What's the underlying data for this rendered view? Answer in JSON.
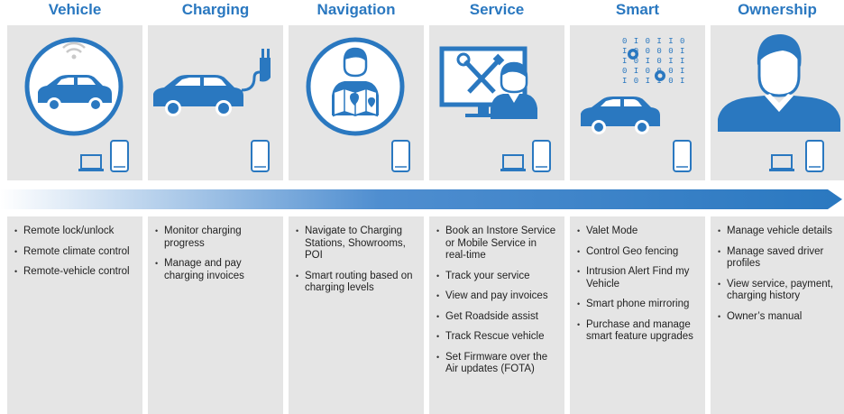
{
  "accent_color": "#2a78c0",
  "columns": [
    {
      "title": "Vehicle",
      "icon": "connected-car-icon",
      "devices": [
        "laptop-icon",
        "phone-icon"
      ],
      "features": [
        "Remote lock/unlock",
        "Remote climate control",
        "Remote-vehicle control"
      ]
    },
    {
      "title": "Charging",
      "icon": "ev-charging-car-icon",
      "devices": [
        "phone-icon"
      ],
      "features": [
        "Monitor charging progress",
        "Manage and pay charging invoices"
      ]
    },
    {
      "title": "Navigation",
      "icon": "person-map-icon",
      "devices": [
        "phone-icon"
      ],
      "features": [
        "Navigate to Charging Stations, Showrooms, POI",
        "Smart routing based on charging levels"
      ]
    },
    {
      "title": "Service",
      "icon": "service-technician-icon",
      "devices": [
        "laptop-icon",
        "phone-icon"
      ],
      "features": [
        "Book an Instore Service or Mobile Service in real-time",
        "Track your service",
        "View and pay invoices",
        "Get Roadside assist",
        "Track Rescue vehicle",
        "Set Firmware over the Air updates (FOTA)"
      ]
    },
    {
      "title": "Smart",
      "icon": "smart-car-binary-icon",
      "devices": [
        "phone-icon"
      ],
      "features": [
        "Valet Mode",
        "Control Geo fencing",
        "Intrusion Alert Find my Vehicle",
        "Smart phone mirroring",
        "Purchase and manage smart feature upgrades"
      ]
    },
    {
      "title": "Ownership",
      "icon": "owner-person-icon",
      "devices": [
        "laptop-icon",
        "phone-icon"
      ],
      "features": [
        "Manage vehicle details",
        "Manage saved driver profiles",
        "View service, payment, charging history",
        "Owner’s manual"
      ]
    }
  ]
}
